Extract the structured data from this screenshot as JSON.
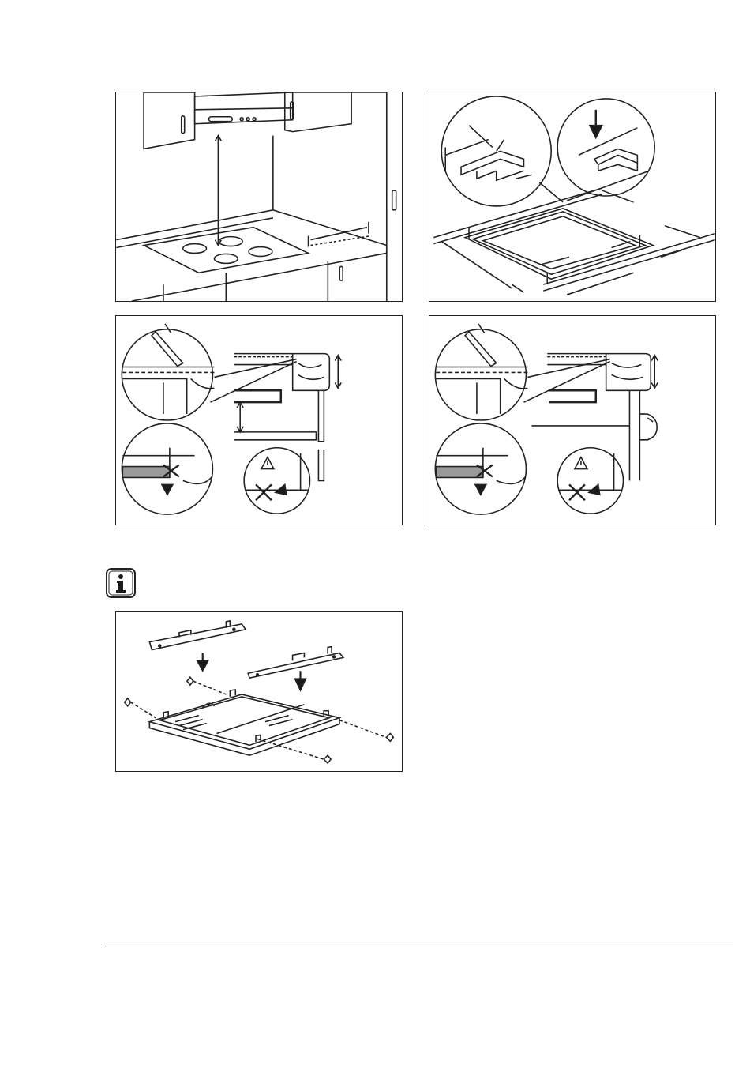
{
  "figures": [
    {
      "id": "hood-clearance",
      "icon": "cooker-hood-over-hob-drawing"
    },
    {
      "id": "seal-placement",
      "icon": "sealing-strip-drawing"
    },
    {
      "id": "worktop-section-drawer",
      "icon": "sealant-cross-section-drawing"
    },
    {
      "id": "worktop-section-door",
      "icon": "sealant-cross-section-drawing"
    },
    {
      "id": "protection-box",
      "icon": "protection-box-assembly-drawing"
    }
  ],
  "info_note": {
    "icon": "info-icon"
  },
  "colors": {
    "line": "#222222",
    "fill_dark": "#1a1a1a",
    "fill_gray": "#9a9a9a"
  }
}
